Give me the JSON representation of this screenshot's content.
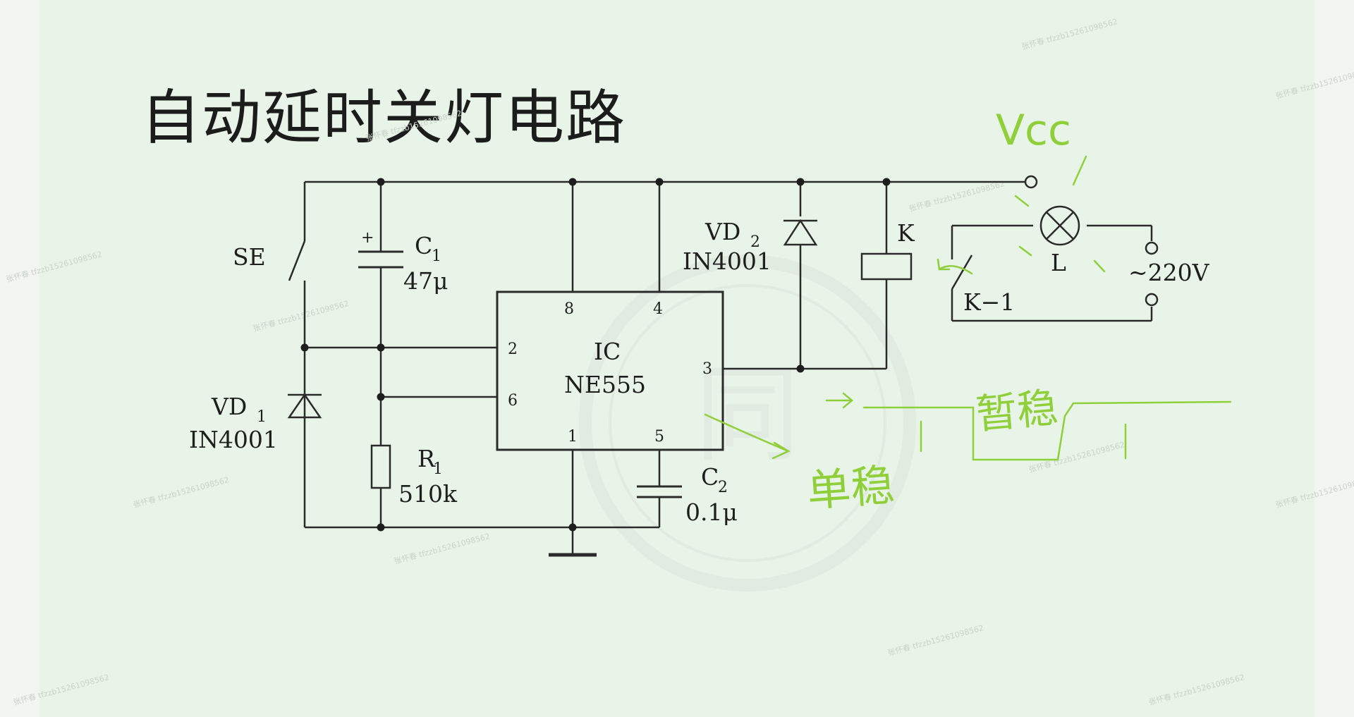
{
  "slide": {
    "title": "自动延时关灯电路"
  },
  "components": {
    "switch_se": "SE",
    "c1_name": "C",
    "c1_sub": "1",
    "c1_value": "47μ",
    "vd1_name": "VD",
    "vd1_sub": "1",
    "vd1_part": "IN4001",
    "r1_name": "R",
    "r1_sub": "1",
    "r1_value": "510k",
    "ic_name": "IC",
    "ic_part": "NE555",
    "pin_8": "8",
    "pin_4": "4",
    "pin_2": "2",
    "pin_6": "6",
    "pin_3": "3",
    "pin_1": "1",
    "pin_5": "5",
    "c2_name": "C",
    "c2_sub": "2",
    "c2_value": "0.1μ",
    "vd2_name": "VD",
    "vd2_sub": "2",
    "vd2_part": "IN4001",
    "relay_k": "K",
    "lamp_l": "L",
    "contact_k1": "K−1",
    "mains": "~220V",
    "c1_polarity": "+"
  },
  "annotations": {
    "vcc": "Vcc",
    "monostable": "单稳",
    "temp_stable": "暂稳",
    "color": "#8fcf3a"
  },
  "watermark": {
    "text": "张怀春 tfzzb15261098562"
  }
}
